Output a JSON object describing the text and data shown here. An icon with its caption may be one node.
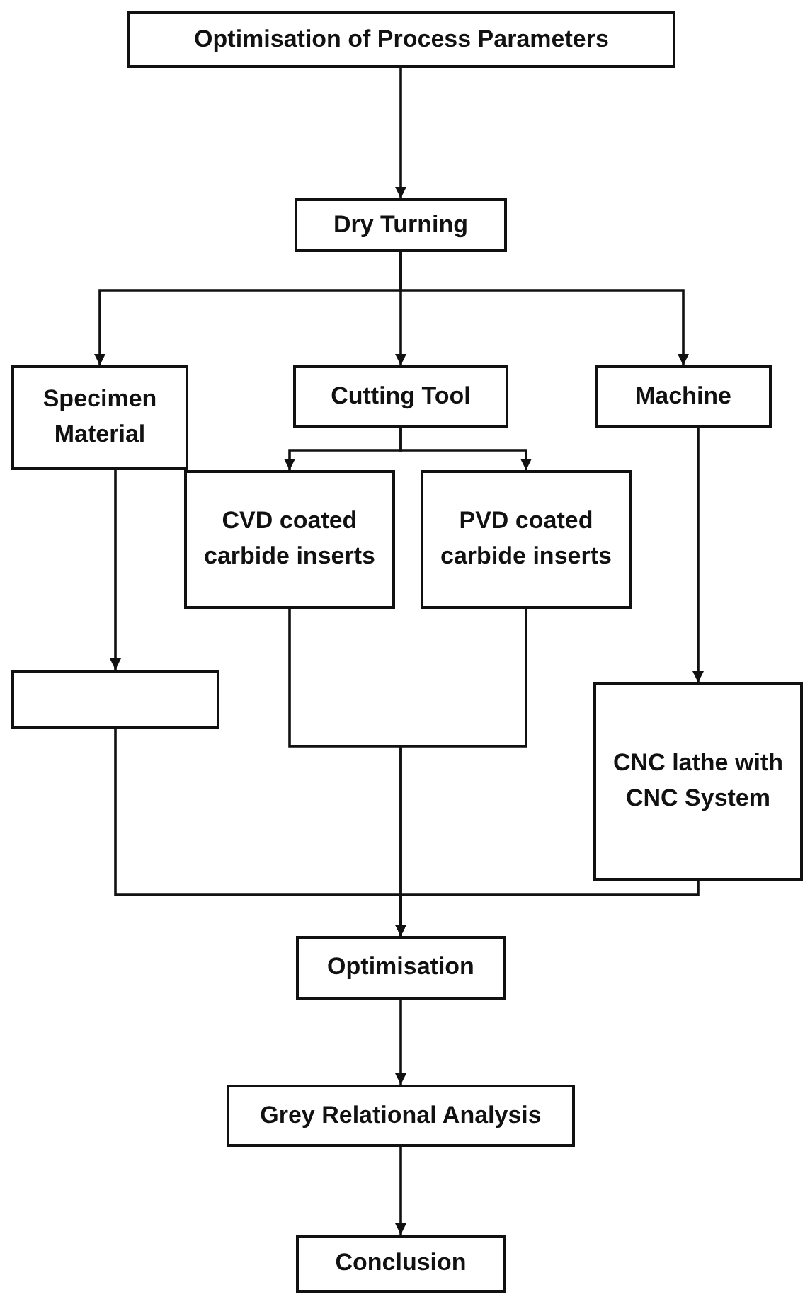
{
  "diagram": {
    "nodes": [
      {
        "text": [
          "Optimisation of Process Parameters"
        ]
      },
      {
        "text": [
          "Dry Turning"
        ]
      },
      {
        "text": [
          "Specimen Material"
        ]
      },
      {
        "text": [
          "Cutting Tool"
        ]
      },
      {
        "text": [
          "Machine"
        ]
      },
      {
        "text": [
          "CVD coated carbide inserts"
        ]
      },
      {
        "text": [
          "PVD coated carbide inserts"
        ]
      },
      {
        "text": [],
        "shape": "box"
      },
      {
        "text": [
          "CNC lathe with CNC System"
        ]
      },
      {
        "text": [
          "Optimisation"
        ]
      },
      {
        "text": [
          "Grey Relational Analysis"
        ]
      },
      {
        "text": [
          "Conclusion"
        ]
      }
    ],
    "edges": [
      {
        "from": 0,
        "to": 1,
        "arrow": "to"
      },
      {
        "from": 1,
        "to": 2,
        "arrow": "to"
      },
      {
        "from": 1,
        "to": 3,
        "arrow": "to"
      },
      {
        "from": 1,
        "to": 4,
        "arrow": "to"
      },
      {
        "from": 3,
        "to": 5,
        "arrow": "to"
      },
      {
        "from": 3,
        "to": 6,
        "arrow": "to"
      },
      {
        "from": 2,
        "to": 7,
        "arrow": "to"
      },
      {
        "from": 4,
        "to": 8,
        "arrow": "to"
      },
      {
        "from": 5,
        "to": 9,
        "arrow": "to"
      },
      {
        "from": 6,
        "to": 9,
        "arrow": "to"
      },
      {
        "from": 7,
        "to": 9,
        "arrow": "to"
      },
      {
        "from": 8,
        "to": 9,
        "arrow": "to"
      },
      {
        "from": 9,
        "to": 10,
        "arrow": "to"
      },
      {
        "from": 10,
        "to": 11,
        "arrow": "to"
      }
    ]
  }
}
